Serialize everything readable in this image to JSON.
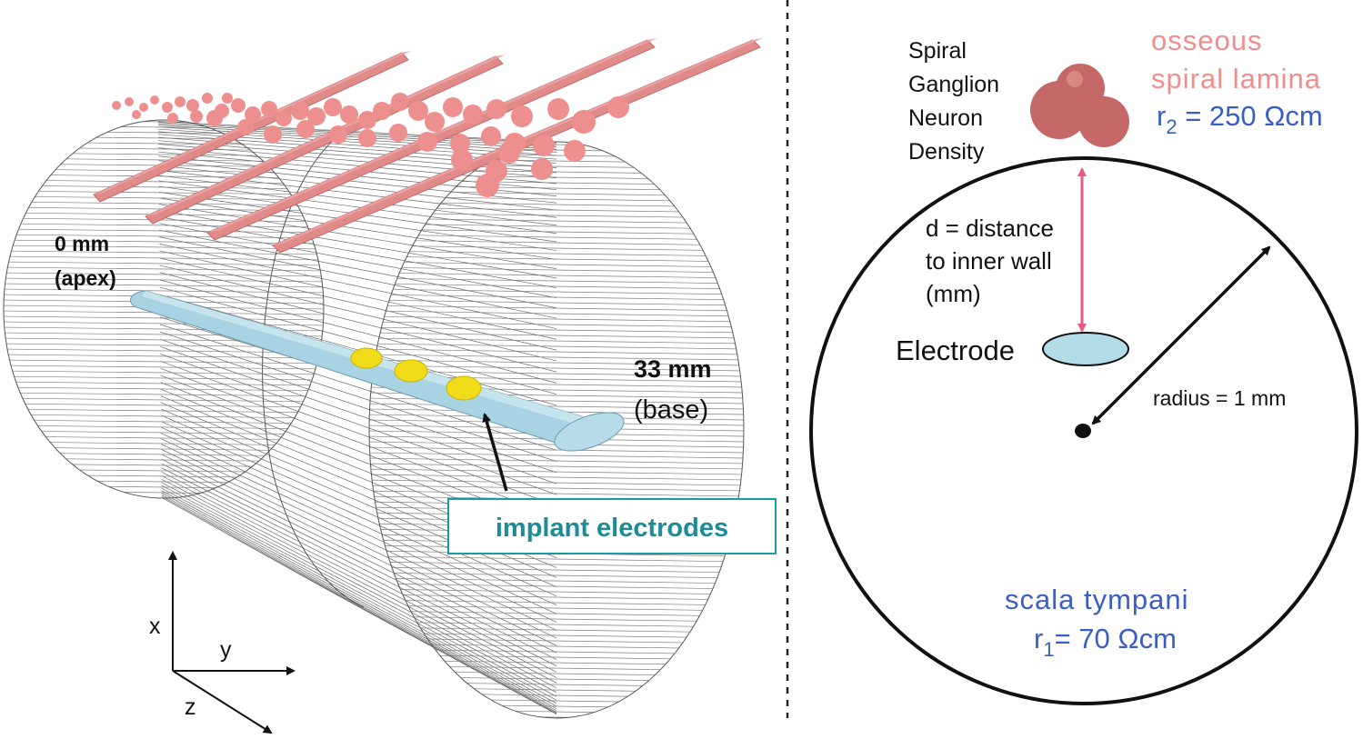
{
  "left_panel": {
    "apex_mm": "0 mm",
    "apex_label": "(apex)",
    "base_mm": "33 mm",
    "base_label": "(base)",
    "implant_label": "implant electrodes",
    "axes": {
      "x": "x",
      "y": "y",
      "z": "z"
    }
  },
  "right_panel": {
    "sgn_lines": [
      "Spiral",
      "Ganglion",
      "Neuron",
      "Density"
    ],
    "osseous_lines": [
      "osseous",
      "spiral lamina"
    ],
    "r2_sym": "r",
    "r2_sub": "2",
    "r2_value": " = 250 Ωcm",
    "distance_lines": [
      "d = distance",
      "to inner wall",
      "(mm)"
    ],
    "electrode_label": "Electrode",
    "radius_label": "radius = 1 mm",
    "scala_label": "scala tympani",
    "r1_sym": "r",
    "r1_sub": "1",
    "r1_value": "= 70 Ωcm"
  },
  "colors": {
    "pink": "#e08a8a",
    "pink_text": "#f08d8d",
    "blue_text": "#3a5fc4",
    "teal": "#1a8d98",
    "electrode_fill": "#b3dbe8",
    "contact_yellow": "#f2dc1a",
    "sgn_fill": "#c56868",
    "distance_arrow": "#e55a7f"
  }
}
